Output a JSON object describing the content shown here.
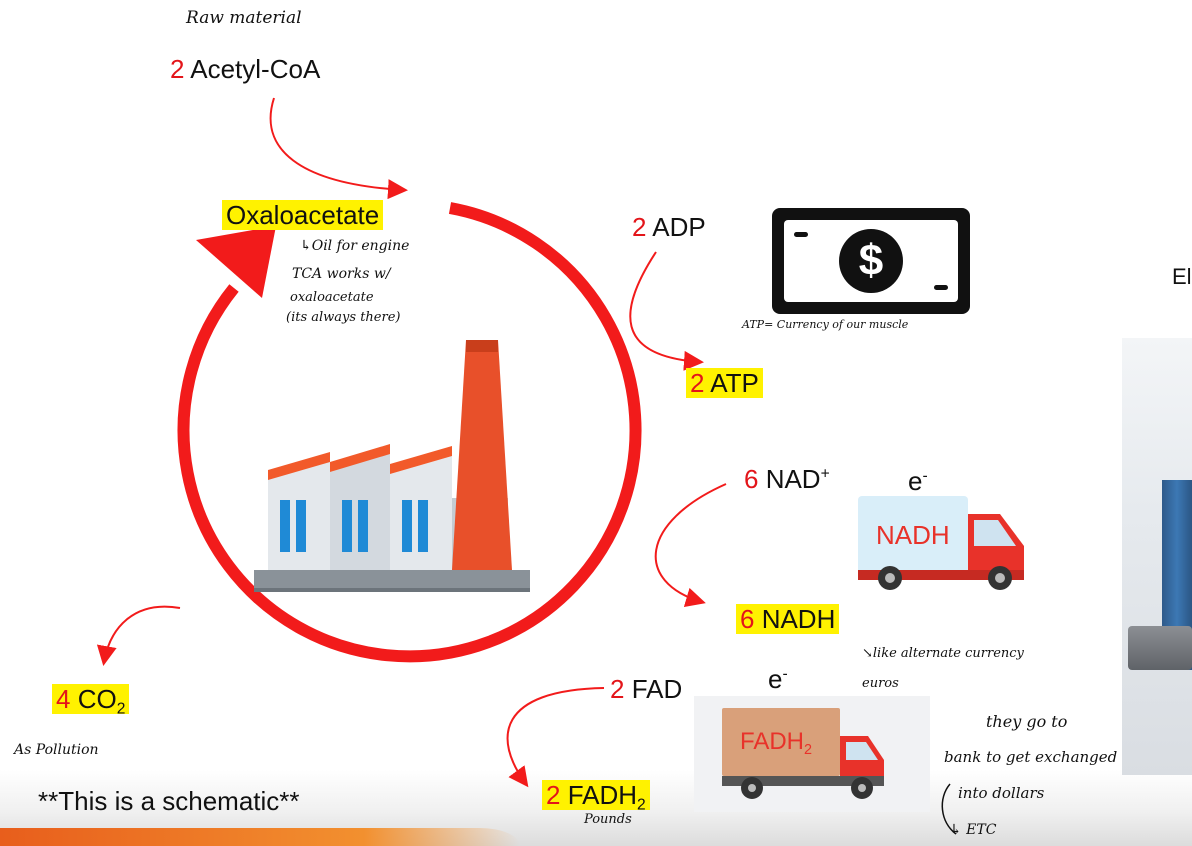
{
  "notes": {
    "raw_material": "Raw material",
    "oxaloacetate_note_1": "↳Oil for engine",
    "oxaloacetate_note_2": "TCA works w/",
    "oxaloacetate_note_3": "oxaloacetate",
    "oxaloacetate_note_4": "(its always there)",
    "atp_note": "ATP= Currency of our muscle",
    "nadh_note_1": "↘like alternate currency",
    "nadh_note_2": "euros",
    "co2_note": "As Pollution",
    "fadh2_note": "Pounds",
    "bank_note_1": "they go to",
    "bank_note_2": "bank to get exchanged",
    "bank_note_3": "into dollars",
    "bank_note_4": "↳ ETC"
  },
  "labels": {
    "acetyl_num": "2",
    "acetyl_text": " Acetyl-CoA",
    "oxaloacetate": "Oxaloacetate",
    "adp_num": "2",
    "adp_text": " ADP",
    "atp_num": "2",
    "atp_text": " ATP",
    "nad_num": "6",
    "nad_text": " NAD",
    "nad_sup": "+",
    "nadh_num": "6",
    "nadh_text": " NADH",
    "fad_num": "2",
    "fad_text": " FAD",
    "fadh2_num": "2",
    "fadh2_text": " FADH",
    "fadh2_sub": "2",
    "co2_num": "4",
    "co2_text": " CO",
    "co2_sub": "2",
    "electron_1": "e",
    "electron_1_sup": "-",
    "electron_2": "e",
    "electron_2_sup": "-",
    "edge_text": "El"
  },
  "trucks": {
    "nadh_label": "NADH",
    "fadh2_label": "FADH",
    "fadh2_sub": "2"
  },
  "icons": {
    "money": "dollar-bill-icon",
    "factory": "factory-icon",
    "currency_symbol": "$"
  },
  "footer": {
    "schematic_note": "**This is a schematic**"
  },
  "colors": {
    "cycle_red": "#f21b1b",
    "highlight": "#fff200",
    "truck_red": "#e8322a",
    "number_red": "#e3151a"
  }
}
